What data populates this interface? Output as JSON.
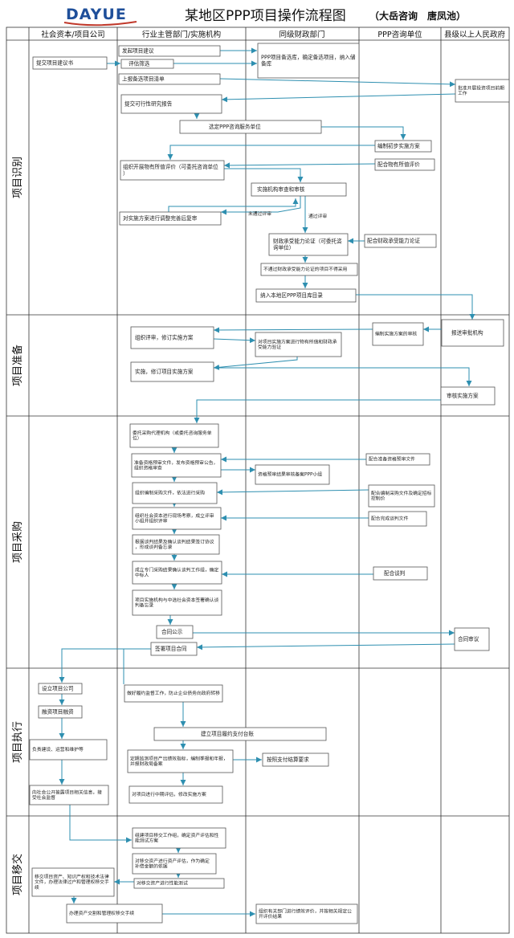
{
  "header": {
    "logo": "DAYUE",
    "title": "某地区PPP项目操作流程图",
    "subtitle": "（大岳咨询　唐凤池）"
  },
  "columns": [
    "社会资本/项目公司",
    "行业主管部门/实施机构",
    "同级财政部门",
    "PPP咨询单位",
    "县级以上人民政府"
  ],
  "phases": [
    "项目识别",
    "项目准备",
    "项目采购",
    "项目执行",
    "项目移交"
  ],
  "boxes": {
    "b01": "发起项目建议",
    "b02": "PPP项目备选库，确定备选项目，纳入储备库",
    "b03": "提交项目建议书",
    "b04": "评估筛选",
    "b05": "上报备选项目清单",
    "b06": "批准开展投资项目前期工作",
    "b07": "提交可行性研究报告",
    "b08": "选定PPP咨询服务单位",
    "b09": "编制初步实施方案",
    "b10": "组织开展物有所值评价（可委托咨询单位）",
    "b11": "配合物有所值评价",
    "b12": "实施机构审查和审核",
    "b13": "未通过评审",
    "b14": "对实施方案进行调整完善后复审",
    "b15": "通过评审",
    "b16": "财政承受能力论证（可委托咨询单位）",
    "b17": "配合财政承受能力论证",
    "b18": "不通过财政承受能力论证的项目不得采用",
    "b19": "纳入本地区PPP项目库目录",
    "b20": "组织评审，修订实施方案",
    "b21": "编制实施方案的审核",
    "b22": "报送审批机构",
    "b23": "对项目实施方案进行物有所值和财政承受能力验证",
    "b24": "实施，修订项目实施方案",
    "b25": "审核实施方案",
    "b26": "委托采购代理机构（或委托咨询服务单位）",
    "b27": "准备资格预审文件，发布资格预审公告，组织资格审查",
    "b28": "配合准备资格预审文件",
    "b29": "资格预审结果审核备案PPP小组",
    "b30": "组织编制采购文件，依法进行采购",
    "b31": "配合编制采购文件及确定招标控制价",
    "b32": "组织社会资本进行现场考察，成立评审小组并组织评审",
    "b33": "配合完成谈判文件",
    "b34": "根据谈判结果及确认谈判结果签订协议，形成谈判备忘录",
    "b35": "成立专门采购结果确认谈判工作组，确定中标人",
    "b36": "配合谈判",
    "b37": "项目实施机构与中选社会资本签署确认谈判备忘录",
    "b38": "合同公示",
    "b39": "合同审议",
    "b40": "签署项目合同",
    "b41": "设立项目公司",
    "b42": "融资项目融资",
    "b43": "负责建设、运营和维护等",
    "b44": "做好履约监督工作，防止企业债务向政府转移",
    "b45": "建立项目履约支付台账",
    "b46": "定期监测项目产出绩效指标，编制季报和年报，并报财政局备案",
    "b47": "按照支付结算要求",
    "b48": "对项目进行中期评估，修改实施方案",
    "b49": "向社会公开披露项目相关信息，接受社会监督",
    "b50": "组建项目移交工作组，确定资产评估和性能测试方案",
    "b51": "对移交资产进行资产评估，作为确定补偿金额的依据",
    "b52": "对移交资产进行性能测试",
    "b53": "移交项目资产、知识产权和技术法律文件，办理法律过户和管理权移交手续",
    "b54": "办理资产交割和管理权移交手续",
    "b55": "组织有关部门进行绩效评价，并按相关规定公开评价结果"
  }
}
